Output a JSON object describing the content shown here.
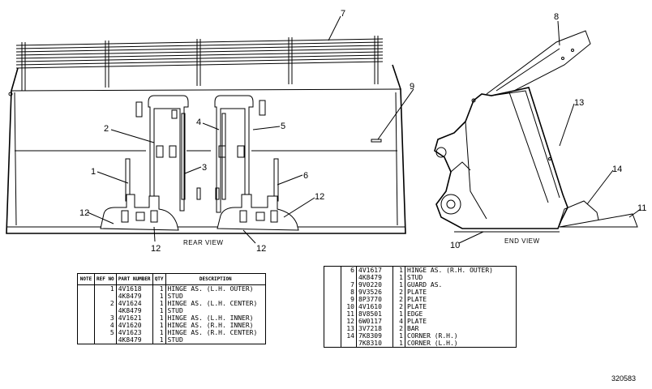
{
  "callouts": [
    "7",
    "8",
    "9",
    "2",
    "4",
    "5",
    "3",
    "1",
    "6",
    "12",
    "12",
    "12",
    "12",
    "13",
    "14",
    "11",
    "10"
  ],
  "view_labels": {
    "rear": "REAR VIEW",
    "end": "END VIEW"
  },
  "table_headers": {
    "note": "NOTE",
    "ref": "REF NO",
    "part": "PART NUMBER",
    "qty": "QTY",
    "desc": "DESCRIPTION"
  },
  "parts_left": [
    {
      "note": "",
      "ref": "1",
      "part": "4V1618",
      "qty": "1",
      "desc": "HINGE AS. (L.H. OUTER)"
    },
    {
      "note": "",
      "ref": "",
      "part": "4K8479",
      "qty": "1",
      "desc": "STUD"
    },
    {
      "note": "",
      "ref": "2",
      "part": "4V1624",
      "qty": "1",
      "desc": "HINGE AS. (L.H. CENTER)"
    },
    {
      "note": "",
      "ref": "",
      "part": "4K8479",
      "qty": "1",
      "desc": "STUD"
    },
    {
      "note": "",
      "ref": "3",
      "part": "4V1621",
      "qty": "1",
      "desc": "HINGE AS. (L.H. INNER)"
    },
    {
      "note": "",
      "ref": "4",
      "part": "4V1620",
      "qty": "1",
      "desc": "HINGE AS. (R.H. INNER)"
    },
    {
      "note": "",
      "ref": "5",
      "part": "4V1623",
      "qty": "1",
      "desc": "HINGE AS. (R.H. CENTER)"
    },
    {
      "note": "",
      "ref": "",
      "part": "4K8479",
      "qty": "1",
      "desc": "STUD"
    }
  ],
  "parts_right": [
    {
      "note": "",
      "ref": "6",
      "part": "4V1617",
      "qty": "1",
      "desc": "HINGE AS. (R.H. OUTER)"
    },
    {
      "note": "",
      "ref": "",
      "part": "4K8479",
      "qty": "1",
      "desc": "STUD"
    },
    {
      "note": "",
      "ref": "7",
      "part": "9V0220",
      "qty": "1",
      "desc": "GUARD AS."
    },
    {
      "note": "",
      "ref": "8",
      "part": "9V3526",
      "qty": "2",
      "desc": "PLATE"
    },
    {
      "note": "",
      "ref": "9",
      "part": "8P3770",
      "qty": "2",
      "desc": "PLATE"
    },
    {
      "note": "",
      "ref": "10",
      "part": "4V1610",
      "qty": "2",
      "desc": "PLATE"
    },
    {
      "note": "",
      "ref": "11",
      "part": "8V8501",
      "qty": "1",
      "desc": "EDGE"
    },
    {
      "note": "",
      "ref": "12",
      "part": "6W0117",
      "qty": "4",
      "desc": "PLATE"
    },
    {
      "note": "",
      "ref": "13",
      "part": "3V7218",
      "qty": "2",
      "desc": "BAR"
    },
    {
      "note": "",
      "ref": "14",
      "part": "7K8309",
      "qty": "1",
      "desc": "CORNER (R.H.)"
    },
    {
      "note": "",
      "ref": "",
      "part": "7K8310",
      "qty": "1",
      "desc": "CORNER (L.H.)"
    }
  ],
  "drawing_number": "320583"
}
